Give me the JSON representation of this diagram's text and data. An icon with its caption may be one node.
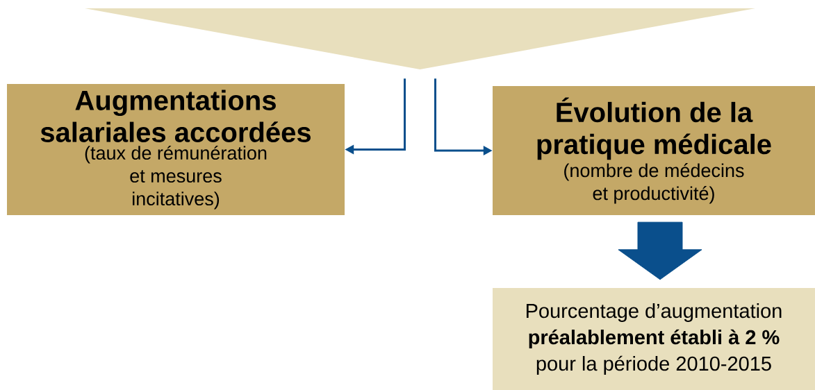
{
  "diagram": {
    "nodes": [
      {
        "text": [],
        "shape": "triangle"
      },
      {
        "text": [
          "Augmentations salariales accordées",
          "(taux de rémunération et mesures incitatives)"
        ]
      },
      {
        "text": [
          "Évolution de la pratique médicale",
          "(nombre de médecins et productivité)"
        ]
      },
      {
        "text": [
          "Pourcentage d’augmentation **préalablement établi à 2 %** pour la période 2010-2015"
        ]
      }
    ],
    "edges": [
      {
        "from": 0,
        "to": 1,
        "arrow": "to"
      },
      {
        "from": 0,
        "to": 2,
        "arrow": "to"
      },
      {
        "from": 2,
        "to": 3,
        "arrow": "to",
        "style": "thick"
      }
    ]
  }
}
